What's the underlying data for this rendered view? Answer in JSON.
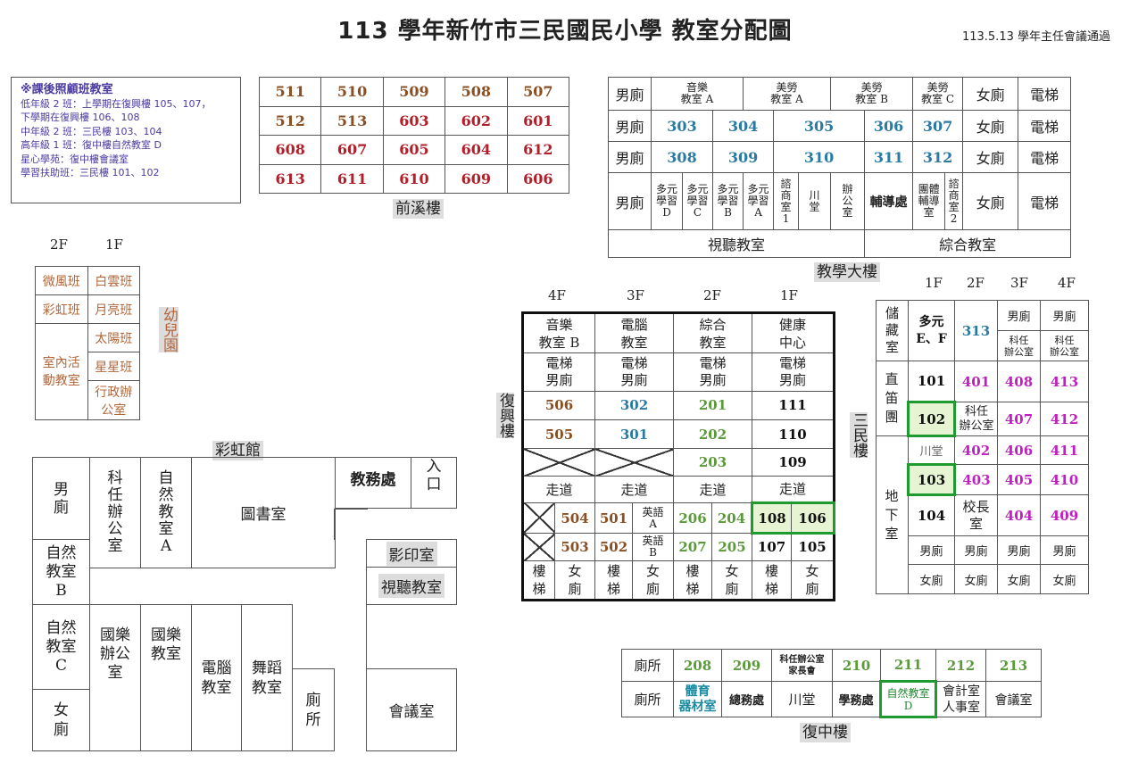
{
  "title": "113 學年新竹市三民國民小學  教室分配圖",
  "note": "113.5.13 學年主任會議通過",
  "afterschool": {
    "heading": "※課後照顧班教室",
    "lines": [
      "低年級 2 班：上學期在復興樓 105、107，",
      "下學期在復興樓 106、108",
      "中年級 2 班：三民樓 103、104",
      "高年級 1 班：復中樓自然教室 D",
      "星心學苑：復中樓會議室",
      "學習扶助班：三民樓 101、102"
    ]
  },
  "qianxi": {
    "name": "前溪樓",
    "rows": [
      [
        "511",
        "510",
        "509",
        "508",
        "507"
      ],
      [
        "512",
        "513",
        "603",
        "602",
        "601"
      ],
      [
        "608",
        "607",
        "605",
        "604",
        "612"
      ],
      [
        "613",
        "611",
        "610",
        "609",
        "606"
      ]
    ]
  },
  "jiaoxue": {
    "name": "教學大樓",
    "row1": [
      "男廁",
      "音樂\n教室 A",
      "美勞\n教室 A",
      "美勞\n教室 B",
      "美勞\n教室 C",
      "女廁",
      "電梯"
    ],
    "row2": [
      "男廁",
      "303",
      "304",
      "305",
      "306",
      "307",
      "女廁",
      "電梯"
    ],
    "row3": [
      "男廁",
      "308",
      "309",
      "310",
      "311",
      "312",
      "女廁",
      "電梯"
    ],
    "row4": [
      "男廁",
      "多元\n學習\nD",
      "多元\n學習\nC",
      "多元\n學習\nB",
      "多元\n學習\nA",
      "諮\n商\n室\n1",
      "川\n堂",
      "辦\n公\n室",
      "輔導處",
      "團體\n輔導\n室",
      "諮\n商\n室\n2",
      "女廁",
      "電梯"
    ],
    "row5": [
      "視聽教室",
      "綜合教室"
    ]
  },
  "kinder": {
    "name": "幼兒園",
    "floors": [
      "2F",
      "1F"
    ],
    "cells": [
      "微風班",
      "白雲班",
      "彩虹班",
      "月亮班",
      "太陽班",
      "室內活\n動教室",
      "星星班",
      "行政辦\n公室"
    ]
  },
  "caihong": {
    "name": "彩虹館",
    "cells": {
      "men_wc": "男\n廁",
      "sci_office": "科\n任\n辦\n公\n室",
      "nature_a": "自\n然\n教\n室\nA",
      "library": "圖書室",
      "academic": "教務處",
      "entrance": "入\n口",
      "nature_b": "自然\n教室\nB",
      "print": "影印室",
      "av": "視聽教室",
      "nature_c": "自然\n教室\nC",
      "music_office": "國樂\n辦公\n室",
      "music_room": "國樂\n教室",
      "computer": "電腦\n教室",
      "dance": "舞蹈\n教室",
      "toilet": "廁\n所",
      "meeting": "會議室",
      "women_wc": "女\n廁"
    }
  },
  "fuxing": {
    "name": "復興樓",
    "floors": [
      "4F",
      "3F",
      "2F",
      "1F"
    ],
    "top": [
      "音樂\n教室 B",
      "電腦\n教室",
      "綜合\n教室",
      "健康\n中心"
    ],
    "elev": [
      "電梯\n男廁",
      "電梯\n男廁",
      "電梯\n男廁",
      "電梯\n男廁"
    ],
    "r1": [
      "506",
      "302",
      "201",
      "111"
    ],
    "r2": [
      "505",
      "301",
      "202",
      "110"
    ],
    "r3": [
      "203",
      "109"
    ],
    "corridor": [
      "走道",
      "走道",
      "走道",
      "走道"
    ],
    "r4": [
      "504",
      "501",
      "英語\nA",
      "206",
      "204",
      "108",
      "106"
    ],
    "r5": [
      "503",
      "502",
      "英語\nB",
      "207",
      "205",
      "107",
      "105"
    ],
    "stairs": [
      "樓\n梯",
      "女\n廁",
      "樓\n梯",
      "女\n廁",
      "樓\n梯",
      "女\n廁",
      "樓\n梯",
      "女\n廁"
    ]
  },
  "sanmin": {
    "name": "三民樓",
    "floors": [
      "1F",
      "2F",
      "3F",
      "4F"
    ],
    "storage": "儲\n藏\n室",
    "duoyuan": "多元\nE、F",
    "c313": "313",
    "wc_m": "男廁",
    "office": "科任\n辦公室",
    "zhidi": "直\n笛\n團",
    "basement": "地\n下\n室",
    "r101": [
      "101",
      "401",
      "408",
      "413"
    ],
    "r102": [
      "102",
      "科任\n辦公室",
      "407",
      "412"
    ],
    "r_chuan": [
      "川堂",
      "402",
      "406",
      "411"
    ],
    "r103": [
      "103",
      "403",
      "405",
      "410"
    ],
    "r104": [
      "104",
      "校長\n室",
      "404",
      "409"
    ],
    "r_men": [
      "男廁",
      "男廁",
      "男廁",
      "男廁"
    ],
    "r_women": [
      "女廁",
      "女廁",
      "女廁",
      "女廁"
    ]
  },
  "fuzhong": {
    "name": "復中樓",
    "row1": [
      "廁所",
      "208",
      "209",
      "科任辦公室\n家長會",
      "210",
      "211",
      "212",
      "213"
    ],
    "row2": [
      "廁所",
      "體育\n器材室",
      "總務處",
      "川堂",
      "學務處",
      "自然教室\nD",
      "會計室\n人事室",
      "會議室"
    ]
  }
}
